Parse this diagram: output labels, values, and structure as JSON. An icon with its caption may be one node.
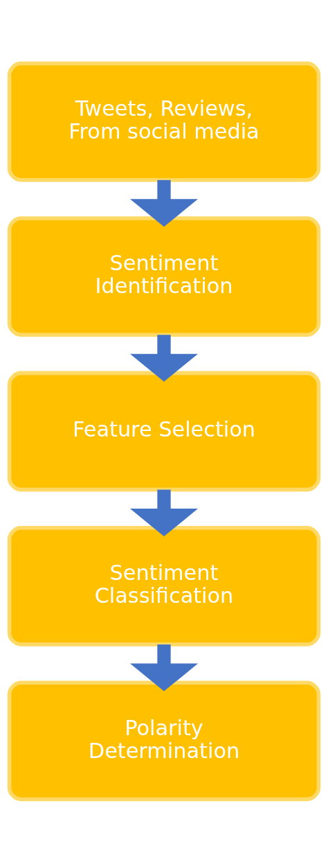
{
  "diagram": {
    "nodes": [
      {
        "text": [
          "Tweets, Reviews, From social media"
        ]
      },
      {
        "text": [
          "Sentiment Identification"
        ]
      },
      {
        "text": [
          "Feature Selection"
        ]
      },
      {
        "text": [
          "Sentiment Classification"
        ]
      },
      {
        "text": [
          "Polarity Determination"
        ]
      }
    ],
    "edges": [
      {
        "from": 0,
        "to": 1,
        "arrow": "to"
      },
      {
        "from": 1,
        "to": 2,
        "arrow": "to"
      },
      {
        "from": 2,
        "to": 3,
        "arrow": "to"
      },
      {
        "from": 3,
        "to": 4,
        "arrow": "to"
      }
    ]
  }
}
